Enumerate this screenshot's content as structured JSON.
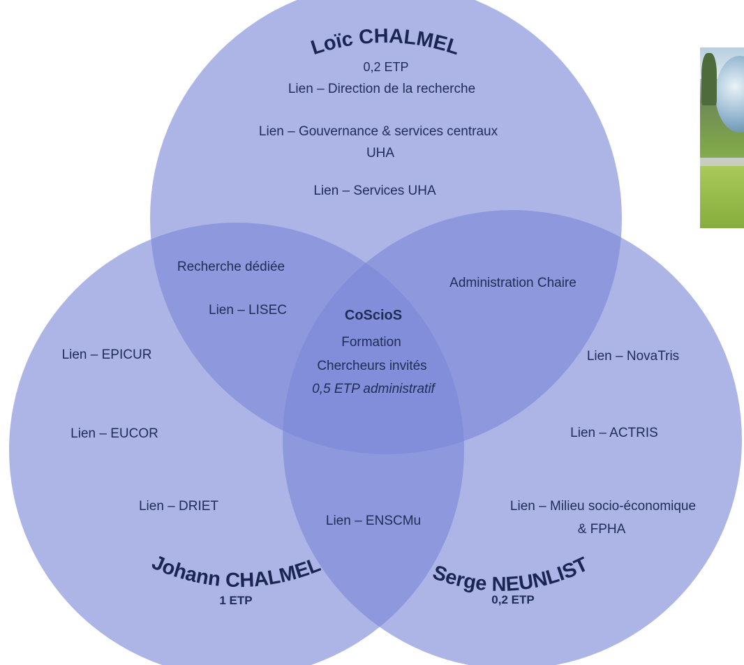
{
  "top_person": {
    "name": "Loïc CHALMEL",
    "etp": "0,2 ETP",
    "items": [
      "Lien – Direction de la recherche",
      "Lien – Gouvernance & services centraux",
      "UHA",
      "Lien – Services UHA"
    ]
  },
  "left_person": {
    "name": "Johann CHALMEL",
    "etp": "1 ETP",
    "items": [
      "Lien – EPICUR",
      "Lien – EUCOR",
      "Lien – DRIET"
    ]
  },
  "right_person": {
    "name": "Serge NEUNLIST",
    "etp": "0,2 ETP",
    "items": [
      "Lien – NovaTris",
      "Lien – ACTRIS",
      "Lien – Milieu socio-économique",
      "& FPHA"
    ]
  },
  "top_left_overlap": [
    "Recherche dédiée",
    "Lien – LISEC"
  ],
  "top_right_overlap": [
    "Administration Chaire"
  ],
  "left_right_overlap": [
    "Lien – ENSCMu"
  ],
  "center": {
    "title": "CoScioS",
    "lines": [
      "Formation",
      "Chercheurs invités"
    ],
    "italic_line": "0,5 ETP administratif"
  },
  "colors": {
    "circle_fill": "#7a88d6",
    "text": "#1f2c56"
  }
}
